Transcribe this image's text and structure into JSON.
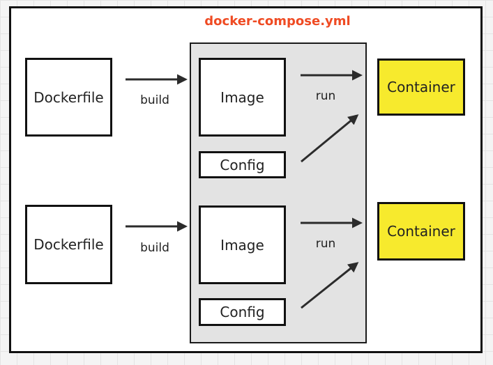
{
  "title": "docker-compose.yml",
  "rows": [
    {
      "dockerfile": "Dockerfile",
      "build_label": "build",
      "image": "Image",
      "config": "Config",
      "run_label": "run",
      "container": "Container"
    },
    {
      "dockerfile": "Dockerfile",
      "build_label": "build",
      "image": "Image",
      "config": "Config",
      "run_label": "run",
      "container": "Container"
    }
  ],
  "colors": {
    "title": "#ef4b23",
    "compose_fill": "#e3e3e3",
    "container_fill": "#f7ea2d",
    "stroke": "#111111"
  }
}
